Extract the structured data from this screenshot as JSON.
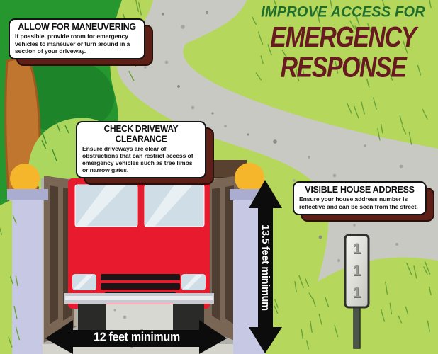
{
  "title": {
    "kicker": "IMPROVE ACCESS FOR",
    "line1": "EMERGENCY",
    "line2": "RESPONSE"
  },
  "callouts": {
    "maneuvering": {
      "heading": "ALLOW FOR MANEUVERING",
      "body": "If possible, provide room for emergency vehicles to maneuver or turn around in a section of your driveway."
    },
    "clearance": {
      "heading": "CHECK DRIVEWAY CLEARANCE",
      "body": "Ensure driveways are clear of obstructions that can restrict access of emergency vehicles such as tree limbs or narrow gates."
    },
    "address": {
      "heading": "VISIBLE HOUSE ADDRESS",
      "body": "Ensure your house address number is reflective and can be seen from the street."
    }
  },
  "measurements": {
    "driveway_width": "12 feet minimum",
    "clearance_height": "13.5 feet minimum"
  },
  "address_sign": {
    "digits": [
      "1",
      "1",
      "1"
    ]
  },
  "colors": {
    "grass_light": "#b5d75b",
    "grass_dark": "#26962f",
    "road_gray": "#c9c9c4",
    "truck_red": "#e81a2d",
    "title_green": "#1e6e2d",
    "title_maroon": "#671b20",
    "callout_shadow_maroon": "#5e1f16",
    "gate_post_lavender": "#c7c8e3",
    "lamp_yellow": "#f6b62c",
    "gate_door_brown": "#7a6654",
    "arrow_black": "#0c0c0c"
  }
}
